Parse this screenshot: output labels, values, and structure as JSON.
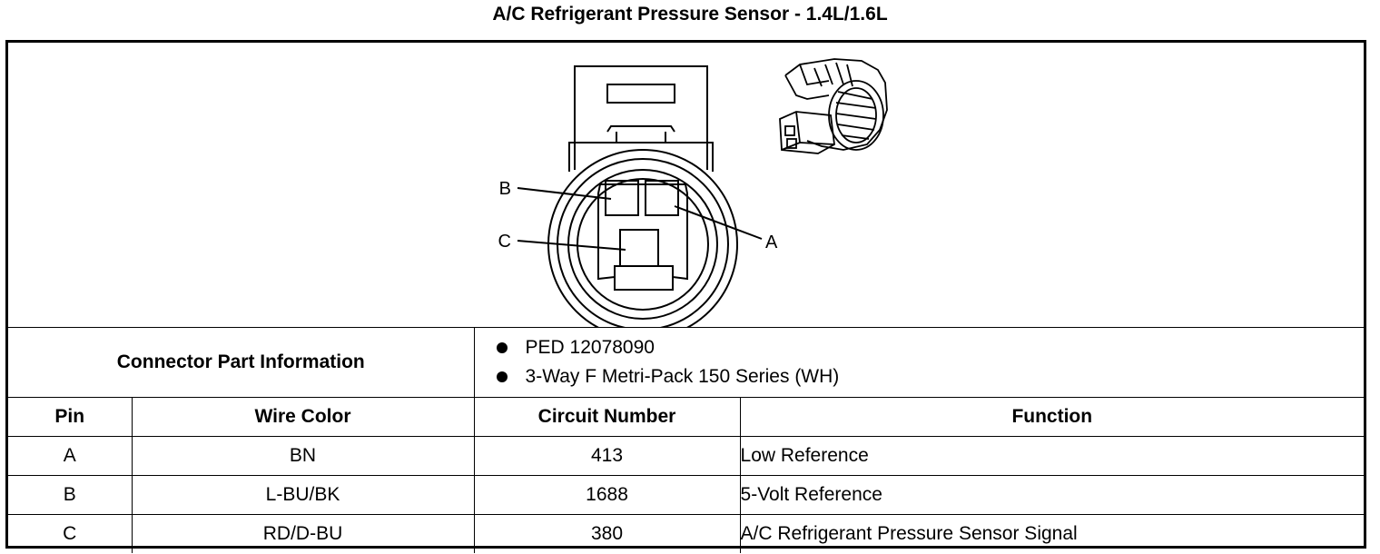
{
  "title": "A/C Refrigerant Pressure Sensor - 1.4L/1.6L",
  "diagram": {
    "pin_labels": [
      "B",
      "C",
      "A"
    ]
  },
  "connector": {
    "label": "Connector Part Information",
    "items": [
      "PED 12078090",
      "3-Way F Metri-Pack 150 Series (WH)"
    ]
  },
  "table": {
    "headers": [
      "Pin",
      "Wire Color",
      "Circuit Number",
      "Function"
    ],
    "rows": [
      [
        "A",
        "BN",
        "413",
        "Low Reference"
      ],
      [
        "B",
        "L-BU/BK",
        "1688",
        "5-Volt Reference"
      ],
      [
        "C",
        "RD/D-BU",
        "380",
        "A/C Refrigerant Pressure Sensor Signal"
      ]
    ]
  }
}
